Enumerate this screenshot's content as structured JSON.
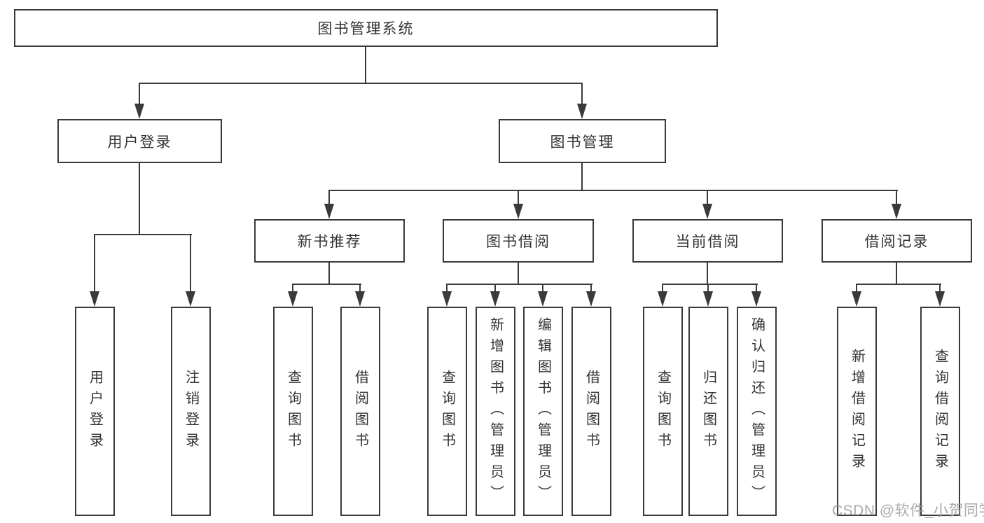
{
  "colors": {
    "line": "#3a3a3a",
    "text": "#333333",
    "box_bg": "#ffffff",
    "watermark": "#9b9b9b",
    "background": "#ffffff"
  },
  "diagram": {
    "root": {
      "label": "图书管理系统"
    },
    "level2": {
      "user_login": {
        "label": "用户登录"
      },
      "book_mgmt": {
        "label": "图书管理"
      }
    },
    "level3": {
      "new_book": {
        "label": "新书推荐"
      },
      "book_borrow": {
        "label": "图书借阅"
      },
      "current_borrow": {
        "label": "当前借阅"
      },
      "borrow_record": {
        "label": "借阅记录"
      }
    },
    "leaves": {
      "user_login": [
        "用户登录",
        "注销登录"
      ],
      "new_book": [
        "查询图书",
        "借阅图书"
      ],
      "book_borrow": [
        "查询图书",
        "新增图书（管理员）",
        "编辑图书（管理员）",
        "借阅图书"
      ],
      "current_borrow": [
        "查询图书",
        "归还图书",
        "确认归还（管理员）"
      ],
      "borrow_record": [
        "新增借阅记录",
        "查询借阅记录"
      ]
    }
  },
  "watermark": {
    "text": "CSDN @软件_小贺同学"
  }
}
